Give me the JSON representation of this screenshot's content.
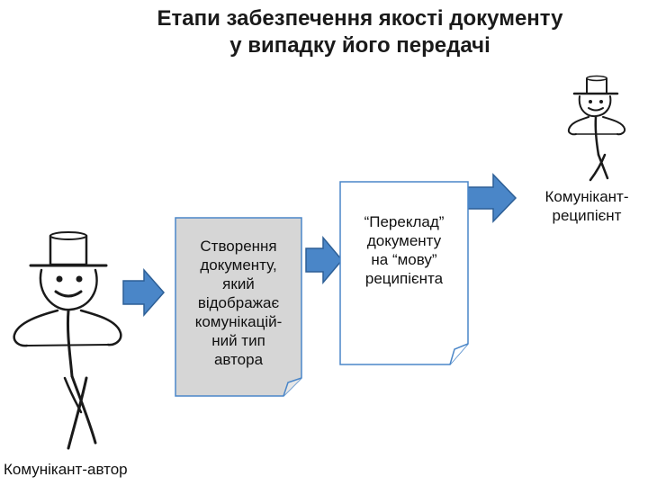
{
  "title": {
    "line1": "Етапи забезпечення якості документу",
    "line2": "у випадку його передачі"
  },
  "doc1": {
    "lines": [
      "Створення",
      "документу,",
      "який",
      "відображає",
      "комунікацій-",
      "ний тип",
      "автора"
    ]
  },
  "doc2": {
    "lines": [
      "“Переклад”",
      "документу",
      "на “мову”",
      "реципієнта"
    ]
  },
  "author_label": "Комунікант-автор",
  "recipient_label": {
    "line1": "Комунікант-",
    "line2": "реципієнт"
  },
  "colors": {
    "arrow_fill": "#4a86c8",
    "arrow_stroke": "#2d5f96",
    "doc_border": "#4a86c8",
    "doc1_fill": "#d6d6d6",
    "doc2_fill": "#ffffff"
  },
  "icons": [
    "stick-figure-with-hat",
    "right-arrow",
    "document-with-folded-corner"
  ]
}
